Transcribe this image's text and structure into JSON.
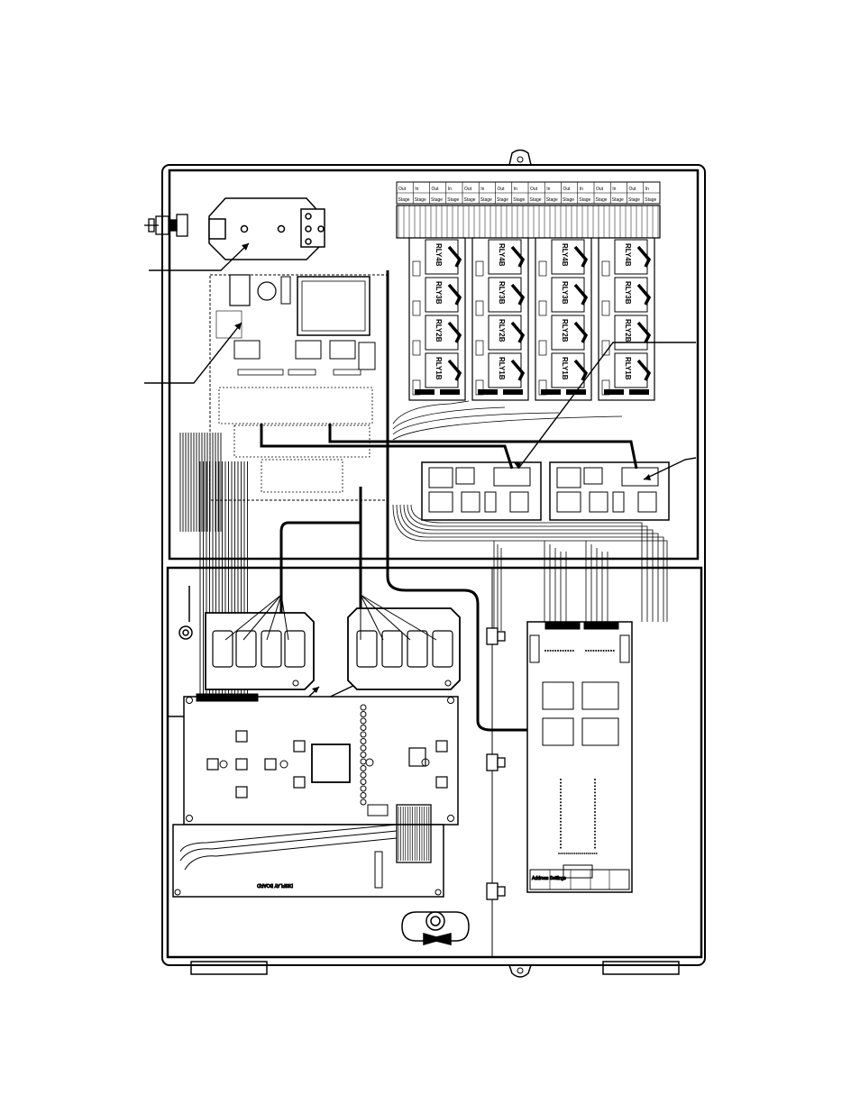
{
  "relay_boards": [
    {
      "relays": [
        "RLY4B",
        "RLY3B",
        "RLY2B",
        "RLY1B"
      ]
    },
    {
      "relays": [
        "RLY4B",
        "RLY3B",
        "RLY2B",
        "RLY1B"
      ]
    },
    {
      "relays": [
        "RLY4B",
        "RLY3B",
        "RLY2B",
        "RLY1B"
      ]
    },
    {
      "relays": [
        "RLY4B",
        "RLY3B",
        "RLY2B",
        "RLY1B"
      ]
    }
  ],
  "stage_strip": {
    "labels": [
      "Stage",
      "Stage",
      "Stage",
      "Stage",
      "Stage",
      "Stage",
      "Stage",
      "Stage",
      "Stage",
      "Stage",
      "Stage",
      "Stage",
      "Stage",
      "Stage",
      "Stage",
      "Stage"
    ],
    "top_labels": [
      "Out",
      "In",
      "Out",
      "In",
      "Out",
      "In",
      "Out",
      "In",
      "Out",
      "In",
      "Out",
      "In",
      "Out",
      "In",
      "Out",
      "In"
    ]
  },
  "display_board": {
    "label": "DISPLAY BOARD"
  },
  "address_panel": {
    "label": "Address Settings"
  },
  "colors": {
    "ink": "#000000",
    "panel_fill": "#ffffff",
    "screen_fill": "#f2f2f2",
    "door": "#dddddd"
  }
}
